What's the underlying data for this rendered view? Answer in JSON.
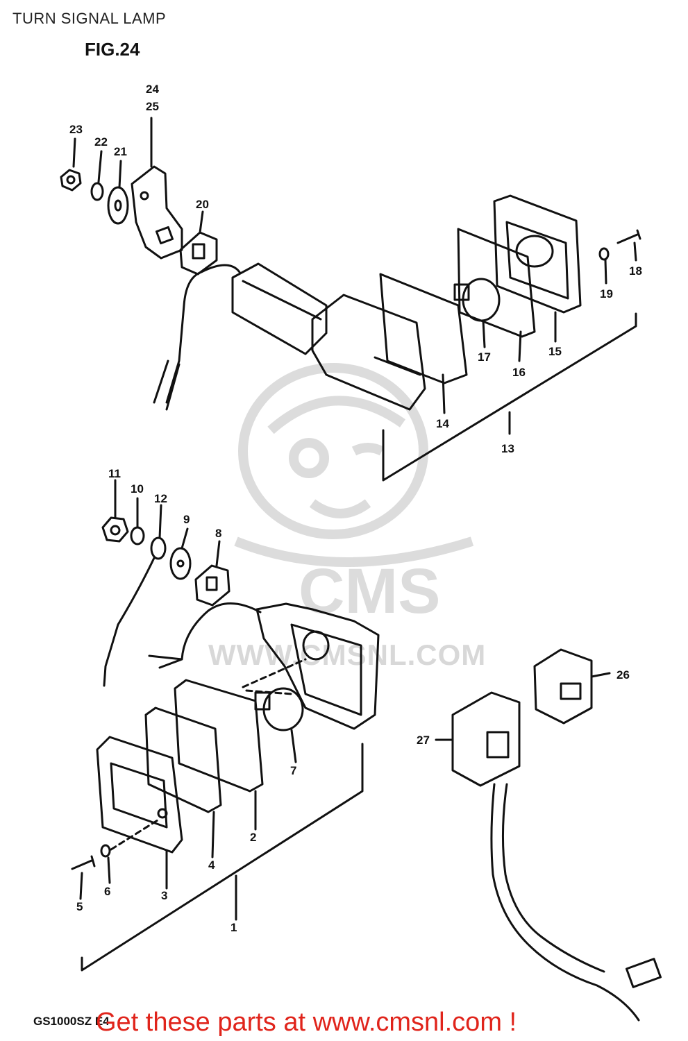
{
  "header": {
    "title": "TURN SIGNAL LAMP",
    "figure": "FIG.24"
  },
  "watermark": {
    "brand": "CMS",
    "site": "WWW.CMSNL.COM"
  },
  "callouts": {
    "c1": "1",
    "c2": "2",
    "c3": "3",
    "c4": "4",
    "c5": "5",
    "c6": "6",
    "c7": "7",
    "c8": "8",
    "c9": "9",
    "c10": "10",
    "c11": "11",
    "c12": "12",
    "c13": "13",
    "c14": "14",
    "c15": "15",
    "c16": "16",
    "c17": "17",
    "c18": "18",
    "c19": "19",
    "c20": "20",
    "c21": "21",
    "c22": "22",
    "c23": "23",
    "c24": "24",
    "c25": "25",
    "c26": "26",
    "c27": "27"
  },
  "footer": {
    "model": "GS1000SZ E4",
    "cta": "Get these parts at www.cmsnl.com !"
  },
  "colors": {
    "line": "#111111",
    "watermark": "#d8d8d8",
    "cta": "#e0241b"
  }
}
